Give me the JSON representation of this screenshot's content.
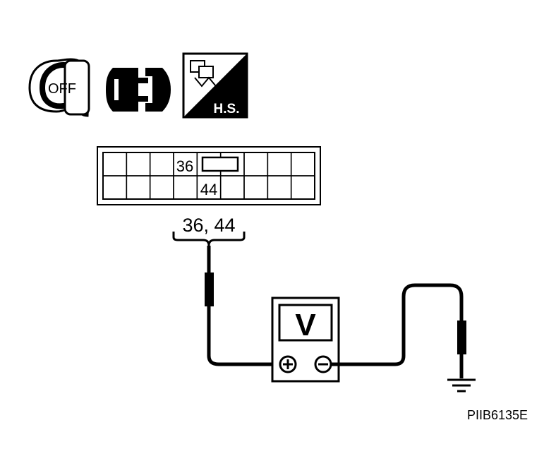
{
  "icons": {
    "ignition": {
      "name": "ignition-key-icon",
      "label": "OFF"
    },
    "connector": {
      "name": "connector-disconnect-icon"
    },
    "harness": {
      "name": "harness-side-icon",
      "label": "H.S."
    }
  },
  "connector_face": {
    "rows": 2,
    "cols": 9,
    "top_terminal": "36",
    "bottom_terminal": "44"
  },
  "probe_label": "36, 44",
  "meter": {
    "display": "V",
    "positive": "+",
    "negative": "−"
  },
  "figure_code": "PIIB6135E",
  "colors": {
    "ink": "#000000",
    "paper": "#ffffff"
  }
}
